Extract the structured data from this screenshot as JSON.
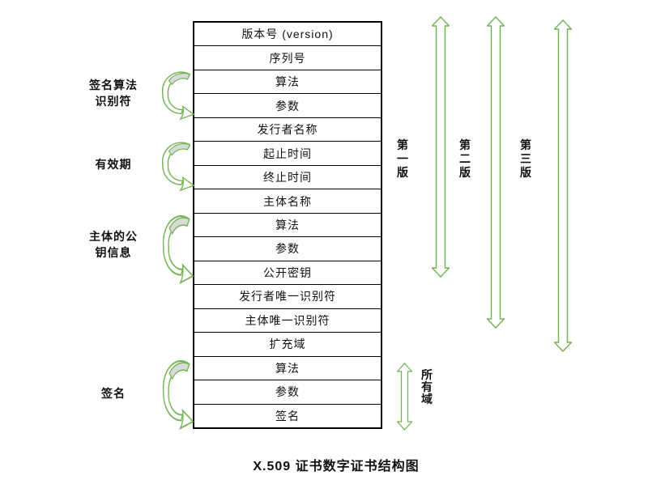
{
  "title": "X.509 证书数字证书结构图",
  "table": {
    "rows": [
      "版本号 (version)",
      "序列号",
      "算法",
      "参数",
      "发行者名称",
      "起止时间",
      "终止时间",
      "主体名称",
      "算法",
      "参数",
      "公开密钥",
      "发行者唯一识别符",
      "主体唯一识别符",
      "扩充域",
      "算法",
      "参数",
      "签名"
    ]
  },
  "left_labels": [
    {
      "text": "签名算法\n识别符"
    },
    {
      "text": "有效期"
    },
    {
      "text": "主体的公\n钥信息"
    },
    {
      "text": "签名"
    }
  ],
  "right_labels": [
    {
      "text": "第一版"
    },
    {
      "text": "第二版"
    },
    {
      "text": "第三版"
    },
    {
      "text": "所有域"
    }
  ],
  "colors": {
    "arrow_green": "#74b455",
    "arrow_gray_fill": "#d9d9d9",
    "table_border": "#000000"
  }
}
